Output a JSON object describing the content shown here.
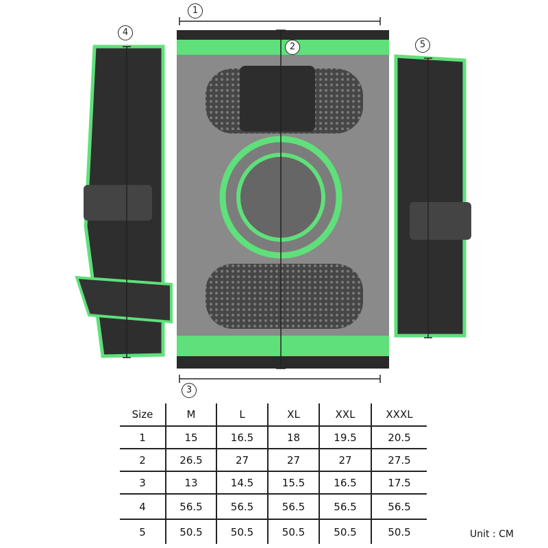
{
  "markers": [
    "1",
    "2",
    "3",
    "4",
    "5"
  ],
  "size_chart": {
    "headers": [
      "Size",
      "M",
      "L",
      "XL",
      "XXL",
      "XXXL"
    ],
    "rows": [
      [
        "1",
        "15",
        "16.5",
        "18",
        "19.5",
        "20.5"
      ],
      [
        "2",
        "26.5",
        "27",
        "27",
        "27",
        "27.5"
      ],
      [
        "3",
        "13",
        "14.5",
        "15.5",
        "16.5",
        "17.5"
      ],
      [
        "4",
        "56.5",
        "56.5",
        "56.5",
        "56.5",
        "56.5"
      ],
      [
        "5",
        "50.5",
        "50.5",
        "50.5",
        "50.5",
        "50.5"
      ]
    ]
  },
  "unit_label": "Unit : CM",
  "colors": {
    "accent_green": "#5fe07a",
    "fabric_gray": "#8a8a8a",
    "dark": "#2a2a2a"
  }
}
